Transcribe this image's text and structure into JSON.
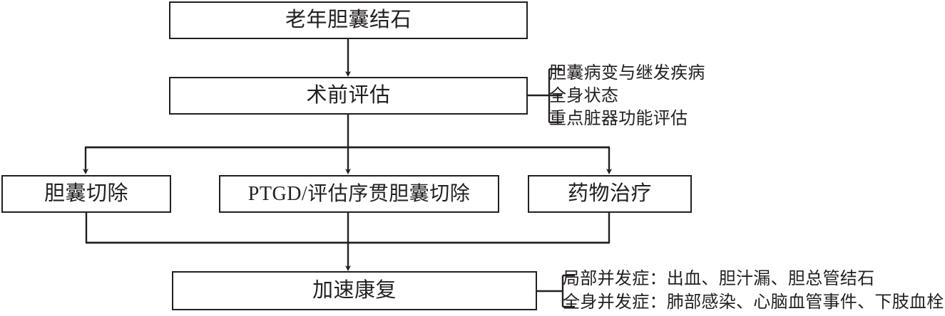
{
  "diagram": {
    "title_node": {
      "label": "老年胆囊结石"
    },
    "preop_node": {
      "label": "术前评估"
    },
    "preop_annotations": [
      "胆囊病变与继发疾病",
      "全身状态",
      "重点脏器功能评估"
    ],
    "treatment_nodes": [
      {
        "label": "胆囊切除"
      },
      {
        "label": "PTGD/评估序贯胆囊切除"
      },
      {
        "label": "药物治疗"
      }
    ],
    "recovery_node": {
      "label": "加速康复"
    },
    "recovery_annotations": [
      "局部并发症：出血、胆汁漏、胆总管结石",
      "全身并发症：肺部感染、心脑血管事件、下肢血栓"
    ],
    "colors": {
      "stroke": "#231f20",
      "background": "#ffffff"
    }
  }
}
